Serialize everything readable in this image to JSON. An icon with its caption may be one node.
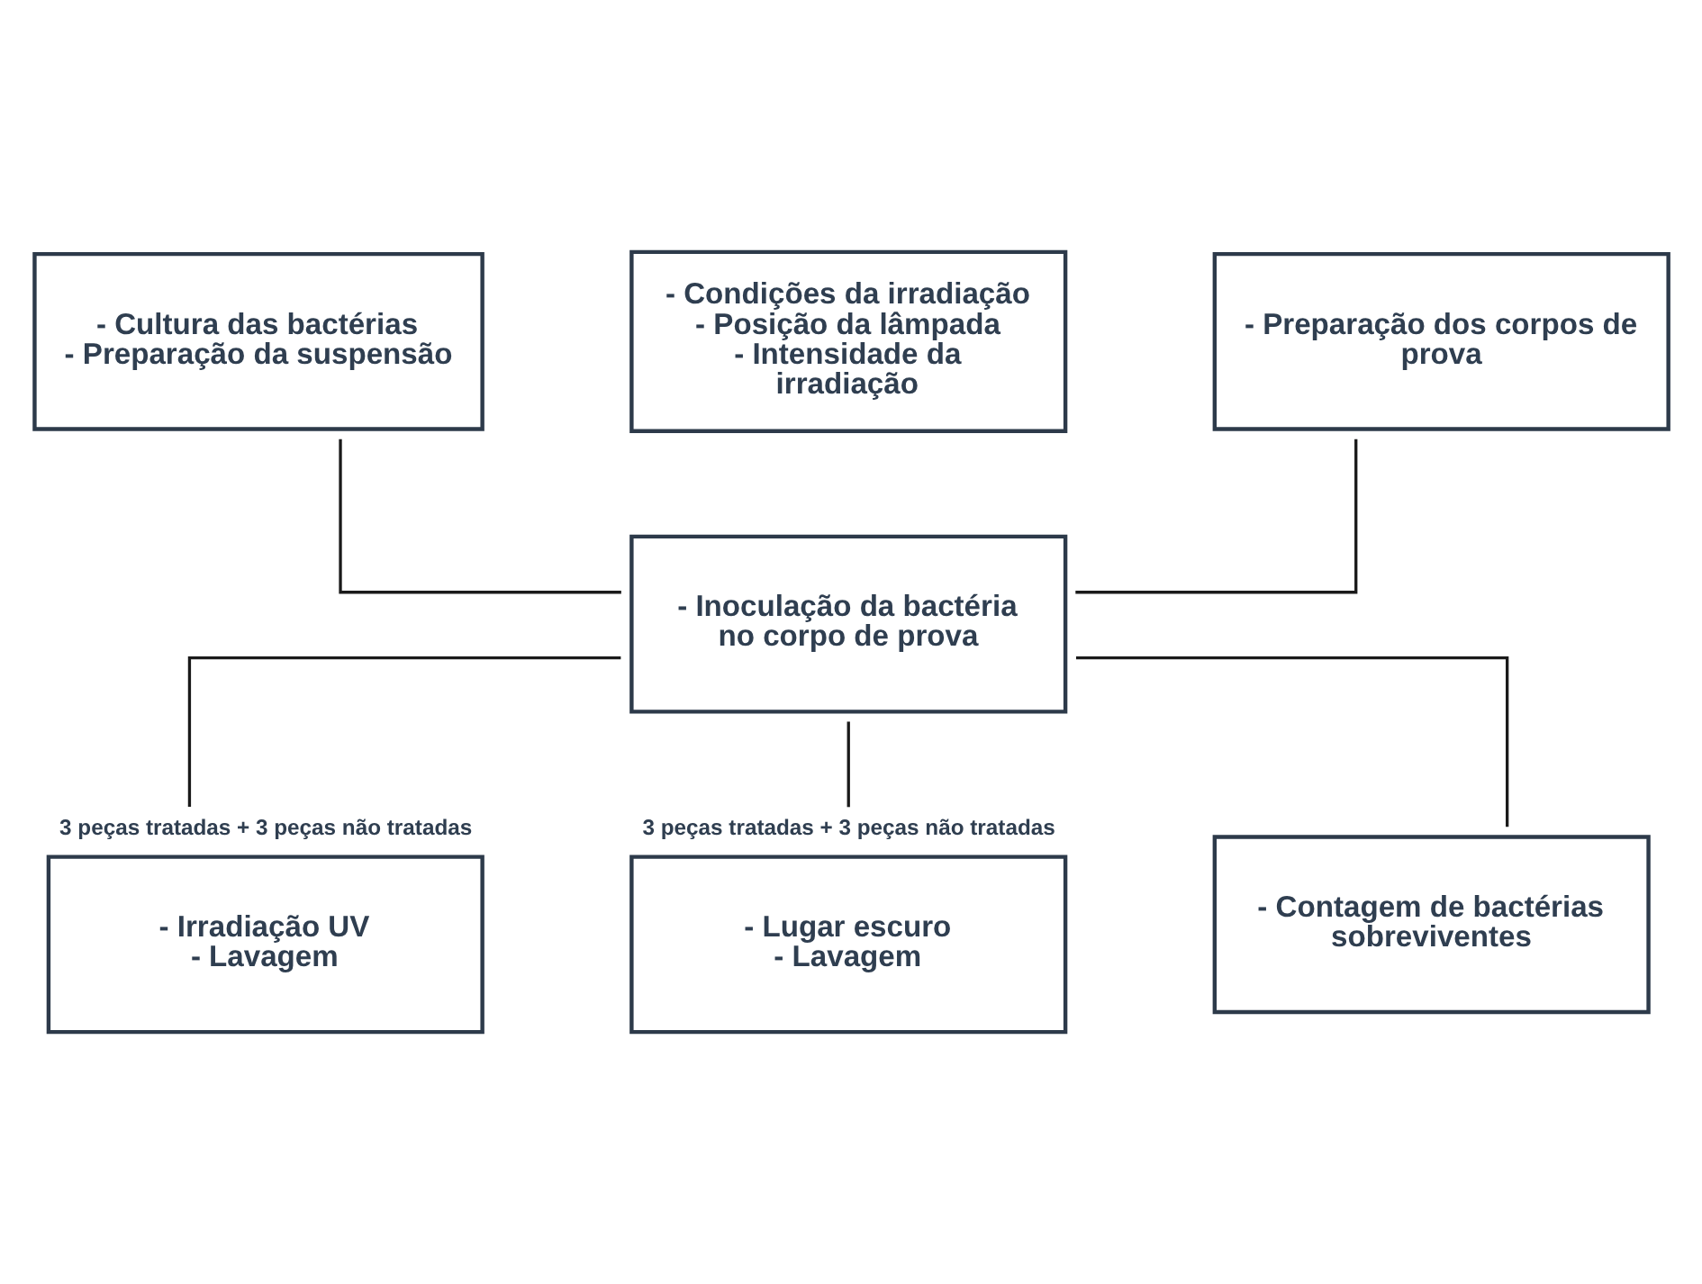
{
  "diagram": {
    "nodes": [
      {
        "text": [
          "- Cultura das bactérias",
          "- Preparação da suspensão"
        ]
      },
      {
        "text": [
          "- Condições da irradiação",
          "- Posição da lâmpada",
          "- Intensidade da irradiação"
        ]
      },
      {
        "text": [
          "- Preparação dos corpos de prova"
        ]
      },
      {
        "text": [
          "- Inoculação da bactéria no corpo de prova"
        ]
      },
      {
        "text": [
          "- Irradiação UV",
          "- Lavagem"
        ],
        "beside": [
          "3 peças tratadas + 3 peças não tratadas"
        ]
      },
      {
        "text": [
          "- Lugar escuro",
          "- Lavagem"
        ],
        "beside": [
          "3 peças tratadas + 3 peças não tratadas"
        ]
      },
      {
        "text": [
          "- Contagem de bactérias sobreviventes"
        ]
      }
    ],
    "edges": [
      {
        "from": 0,
        "to": 3,
        "arrow": "none"
      },
      {
        "from": 2,
        "to": 3,
        "arrow": "none"
      },
      {
        "from": 3,
        "to": 4,
        "arrow": "none"
      },
      {
        "from": 3,
        "to": 5,
        "arrow": "none"
      },
      {
        "from": 3,
        "to": 6,
        "arrow": "none"
      }
    ]
  }
}
